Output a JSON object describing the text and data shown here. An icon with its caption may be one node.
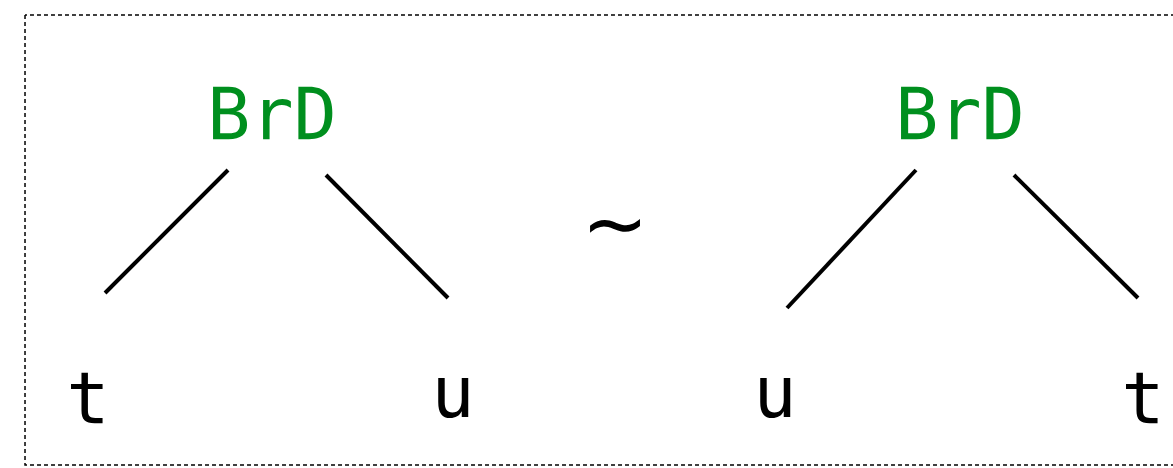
{
  "diagram": {
    "nodes": [
      {
        "text": [
          "BrD"
        ]
      },
      {
        "text": [
          "t"
        ]
      },
      {
        "text": [
          "u"
        ]
      },
      {
        "text": [
          "BrD"
        ]
      },
      {
        "text": [
          "u"
        ]
      },
      {
        "text": [
          "t"
        ]
      }
    ],
    "edges": [
      {
        "from": 0,
        "to": 1,
        "arrow": "none"
      },
      {
        "from": 0,
        "to": 2,
        "arrow": "none"
      },
      {
        "from": 3,
        "to": 4,
        "arrow": "none"
      },
      {
        "from": 3,
        "to": 5,
        "arrow": "none"
      }
    ],
    "labels": [
      "~"
    ]
  }
}
